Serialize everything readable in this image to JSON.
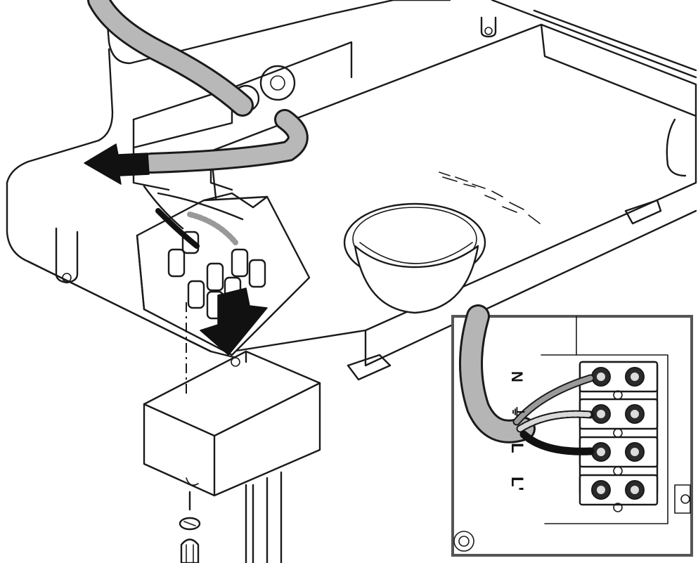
{
  "inset": {
    "terminal_labels": {
      "n": "N",
      "earth": "⏚",
      "l": "L",
      "l_prime": "L'"
    }
  }
}
